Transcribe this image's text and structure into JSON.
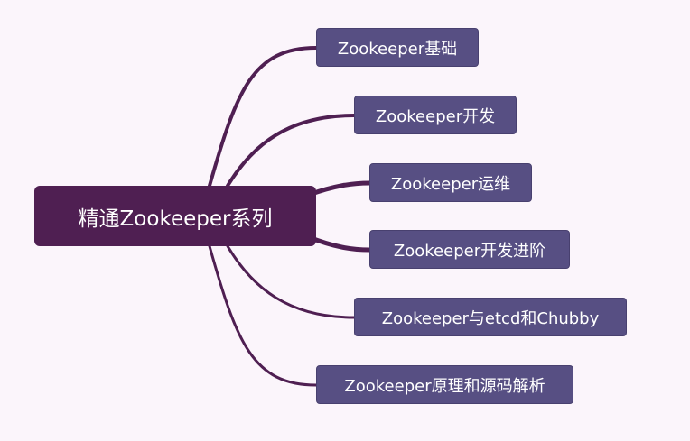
{
  "colors": {
    "background": "#fbf5fb",
    "root_fill": "#4f1f52",
    "child_fill": "#574f83",
    "connector": "#4f1f52"
  },
  "root": {
    "label": "精通Zookeeper系列"
  },
  "children": [
    {
      "label": "Zookeeper基础"
    },
    {
      "label": "Zookeeper开发"
    },
    {
      "label": "Zookeeper运维"
    },
    {
      "label": "Zookeeper开发进阶"
    },
    {
      "label": "Zookeeper与etcd和Chubby"
    },
    {
      "label": "Zookeeper原理和源码解析"
    }
  ]
}
